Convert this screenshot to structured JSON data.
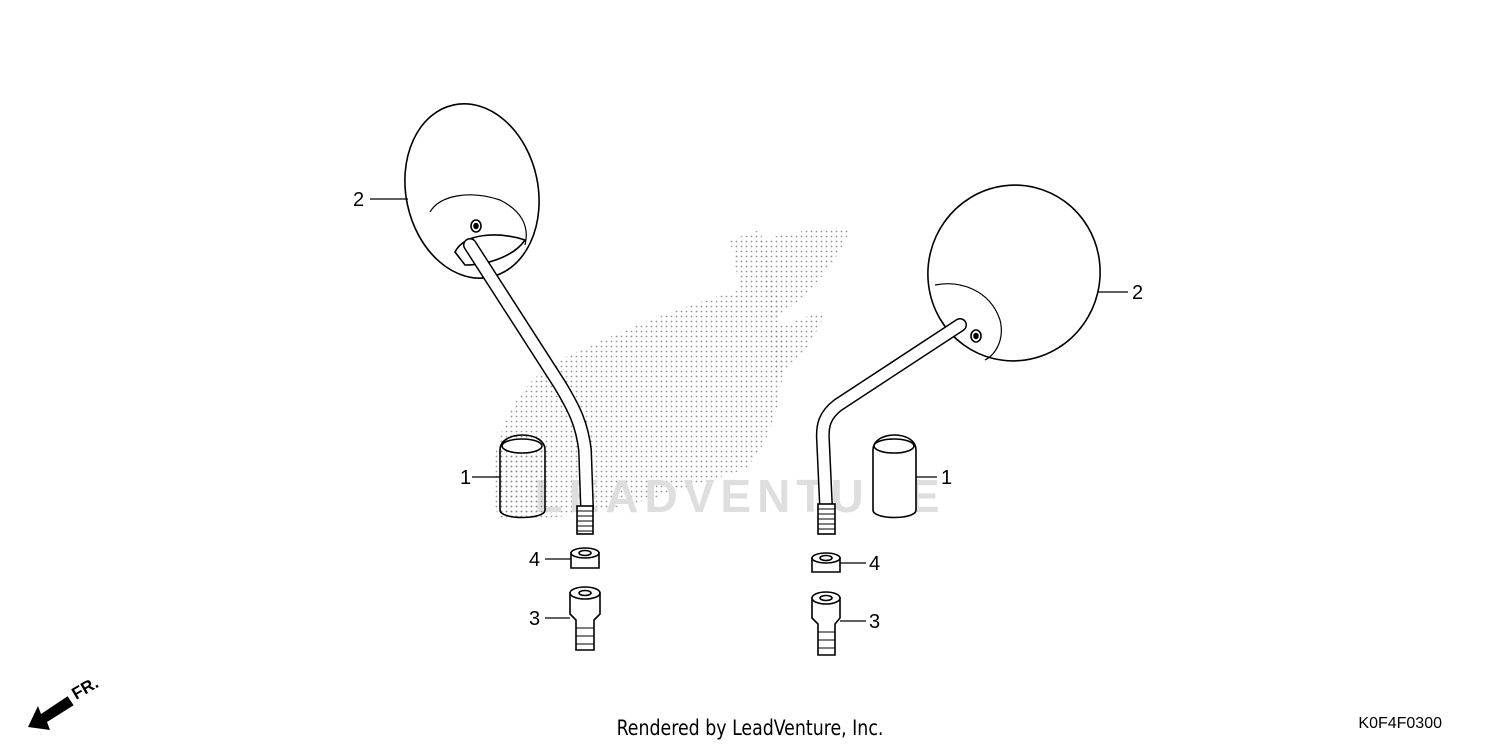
{
  "callouts": {
    "left_mirror": "2",
    "right_mirror": "2",
    "left_cover": "1",
    "right_cover": "1",
    "left_nut": "4",
    "right_nut": "4",
    "left_adapter": "3",
    "right_adapter": "3"
  },
  "watermark_text": "LEADVENTURE",
  "front_indicator": "FR.",
  "footer_text": "Rendered by LeadVenture, Inc.",
  "diagram_code": "K0F4F0300",
  "colors": {
    "line": "#000000",
    "watermark": "#d8d8d8"
  }
}
